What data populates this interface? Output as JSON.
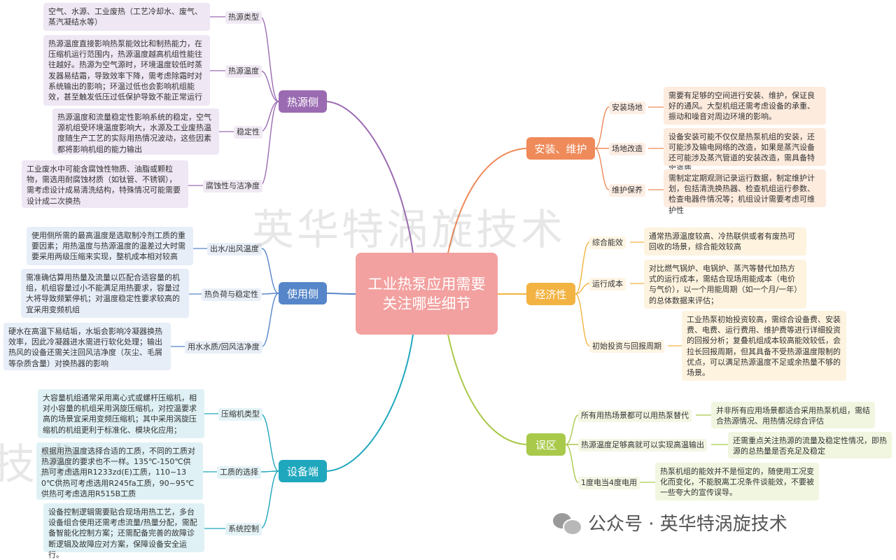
{
  "center": "工业热泵应用需要关注哪些细节",
  "left": [
    {
      "label": "热源侧",
      "theme": "purple",
      "children": [
        {
          "label": "热源类型",
          "text": "空气、水源、工业废热（工艺冷却水、废气、蒸汽凝结水等）"
        },
        {
          "label": "热源温度",
          "text": "热源温度直接影响热泵能效比和制热能力，在压缩机运行范围内，热源温度越高机组性能往往越好。热源为空气源时，环境温度较低时蒸发器易结霜，导致效率下降，需考虑除霜时对系统输出的影响；环温过低也会影响机组能效，甚至触发低压过低保护导致不能正常运行"
        },
        {
          "label": "稳定性",
          "text": "热源温度和流量稳定性影响系统的稳定，空气源机组受环境温度影响大，水源及工业废热温度随生产工艺的实际用热情况波动，这些因素都将影响机组的能力输出"
        },
        {
          "label": "腐蚀性与洁净度",
          "text": "工业废水中可能含腐蚀性物质、油脂或颗粒物，需选用耐腐蚀材质（如钛管、不锈钢），需考虑设计成易清洗结构，特殊情况可能需要设计成二次换热"
        }
      ]
    },
    {
      "label": "使用侧",
      "theme": "blue",
      "children": [
        {
          "label": "出水/出风温度",
          "text": "使用侧所需的最高温度是选取制冷剂工质的重要因素；用热温度与热源温度的温差过大时需要采用两级压缩来实现，整机成本相对较高"
        },
        {
          "label": "热负荷与稳定性",
          "text": "需准确估算用热量及流量以匹配合适容量的机组，机组容量过小不能满足用热要求，容量过大将导致频繁停机；对温度稳定性要求较高的宜采用变频机组"
        },
        {
          "label": "用水水质/回风洁净度",
          "text": "硬水在高温下易结垢，水垢会影响冷凝器换热效率，因此冷凝器进水需进行软化处理；输出热风的设备还需关注回风洁净度（灰尘、毛屑等杂质含量）对换热器的影响"
        }
      ]
    },
    {
      "label": "设备端",
      "theme": "teal",
      "children": [
        {
          "label": "压缩机类型",
          "text": "大容量机组通常采用离心式或螺杆压缩机，相对小容量的机组采用涡旋压缩机，对控温要求高的场景宜采用变频压缩机；其中采用涡旋压缩机的机组更利于标准化、模块化应用；"
        },
        {
          "label": "工质的选择",
          "text": "根据用热温度选择合适的工质，不同的工质对热源温度的要求也不一样。135℃-150℃供热可考虑选用R1233zd(E)工质，110~130℃供热可考虑选用R245fa工质，90~95℃供热可考虑选用R515B工质"
        },
        {
          "label": "系统控制",
          "text": "设备控制逻辑需要贴合现场用热工艺，多台设备组合使用还需考虑流量/热量分配，需配备智能化控制方案；还需配备完善的故障诊断逻辑及故障应对方案，保障设备安全运行。"
        }
      ]
    }
  ],
  "right": [
    {
      "label": "安装、维护",
      "theme": "orange",
      "children": [
        {
          "label": "安装场地",
          "text": "需要有足够的空间进行安装、维护，保证良好的通风。大型机组还需考虑设备的承重、振动和噪音对周边环境的影响。"
        },
        {
          "label": "场地改造",
          "text": "设备安装可能不仅仅是热泵机组的安装，还可能涉及输电网络的改造，如果是蒸汽设备还可能涉及蒸汽管道的安装改造，需具备特定资质"
        },
        {
          "label": "维护保养",
          "text": "需制定定期观测记录运行数据，制定维护计划，包括清洗换热器、检查机组运行参数、检查电器件情况等；机组设计需要考虑可维护性"
        }
      ]
    },
    {
      "label": "经济性",
      "theme": "amber",
      "children": [
        {
          "label": "综合能效",
          "text": "通常热源温度较高、冷热联供或者有废热可回收的场景，综合能效较高"
        },
        {
          "label": "运行成本",
          "text": "对比燃气锅炉、电锅炉、蒸汽等替代加热方式的运行成本，需结合现场用能成本（电价与气价），以一个用能周期（如一个月/一年）的总体数据来评估；"
        },
        {
          "label": "初始投资与回报周期",
          "text": "工业热泵初始投资较高，需综合设备费、安装费、电费、运行费用、维护费等进行详细投资的回报分析；复叠机组成本较高能效较低，会拉长回报周期，但其具备不受热源温度限制的优点，可以满足热源温度不足或余热量不够的场景。"
        }
      ]
    },
    {
      "label": "误区",
      "theme": "lime",
      "children": [
        {
          "label": "所有用热场景都可以用热泵替代",
          "text": "并非所有应用场景都适合采用热泵机组，需结合热源情况、用热情况综合评估"
        },
        {
          "label": "热源温度足够高就可以实现高温输出",
          "text": "还需重点关注热源的流量及稳定性情况，即热源的总热量是否充足及稳定"
        },
        {
          "label": "1度电当4度电用",
          "text": "热泵机组的能效并不是恒定的，随使用工况变化而变化，不能脱离工况条件谈能效，不要被一些夸大的宣传误导。"
        }
      ]
    }
  ],
  "watermark": {
    "main": "英华特涡旋技术",
    "corner": "技术"
  },
  "footer": {
    "text": "公众号 · 英华特涡旋技术",
    "icon": "wechat-icon"
  }
}
